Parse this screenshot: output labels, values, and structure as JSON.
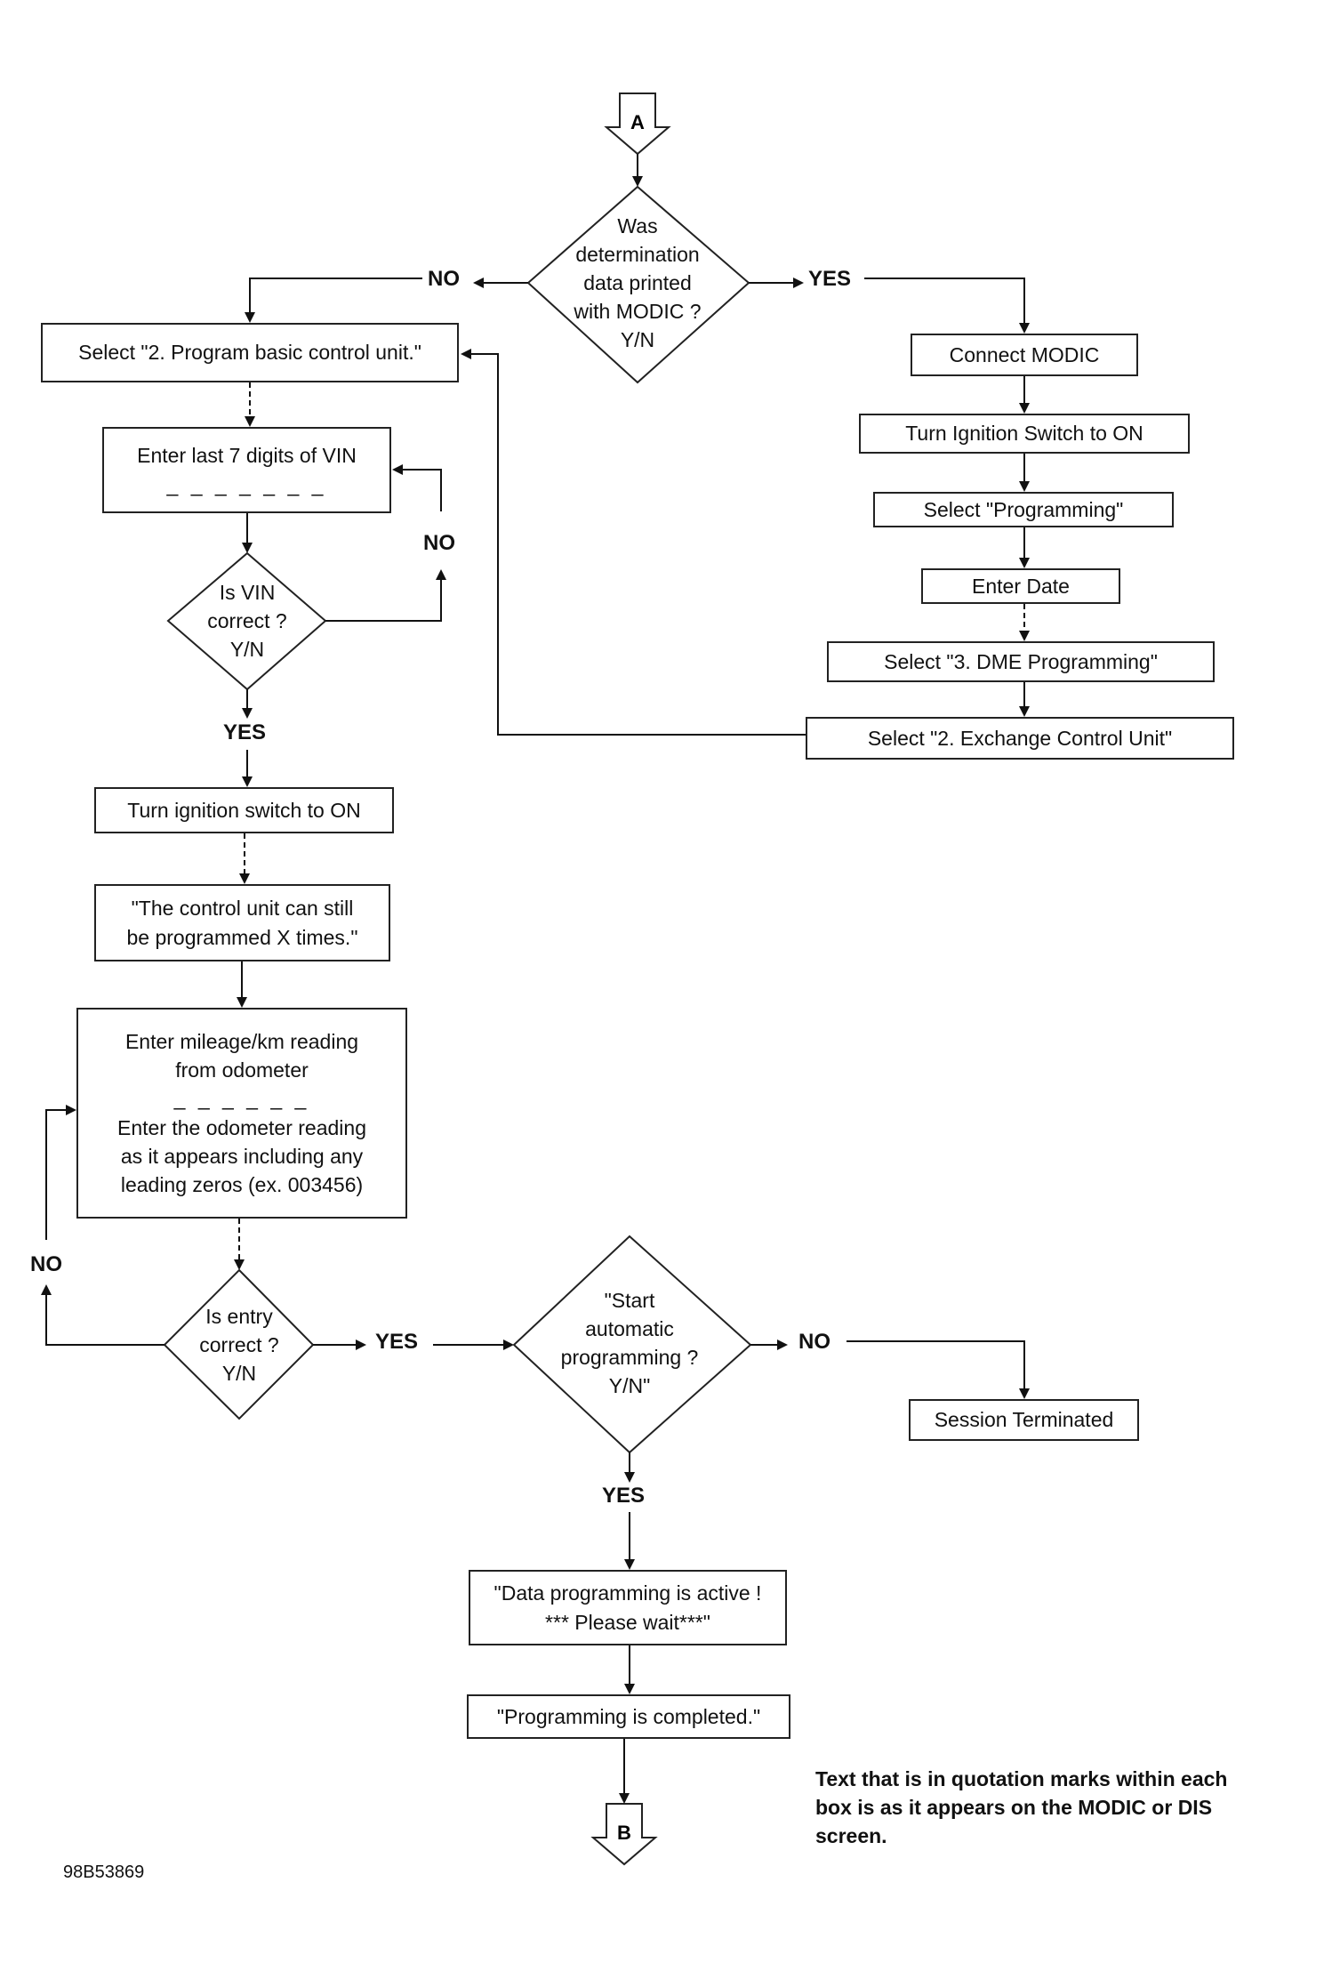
{
  "connectors": {
    "start": "A",
    "end": "B"
  },
  "decisions": {
    "d_printed": [
      "Was",
      "determination",
      "data printed",
      "with MODIC ?",
      "Y/N"
    ],
    "d_vin": [
      "Is VIN",
      "correct ?",
      "Y/N"
    ],
    "d_entry": [
      "Is entry",
      "correct ?",
      "Y/N"
    ],
    "d_start": [
      "\"Start",
      "automatic",
      "programming ?",
      "Y/N\""
    ]
  },
  "steps": {
    "select_basic": "Select \"2. Program basic control unit.\"",
    "enter_vin": "Enter last 7 digits of VIN",
    "vin_blank": "_ _ _ _ _ _ _",
    "ignition_on_left": "Turn ignition switch to ON",
    "still_prog_1": "\"The control unit can still",
    "still_prog_2": "be programmed X times.\"",
    "mileage_1": "Enter mileage/km reading",
    "mileage_2": "from odometer",
    "mileage_blank": "_ _ _ _ _ _",
    "mileage_3": "Enter the odometer reading",
    "mileage_4": "as it appears including any",
    "mileage_5": "leading zeros (ex. 003456)",
    "connect_modic": "Connect MODIC",
    "ignition_on_right": "Turn Ignition Switch to ON",
    "select_programming": "Select \"Programming\"",
    "enter_date": "Enter Date",
    "select_dme": "Select \"3. DME Programming\"",
    "select_exchange": "Select \"2. Exchange Control Unit\"",
    "session_terminated": "Session Terminated",
    "data_active_1": "\"Data programming is active !",
    "data_active_2": "*** Please wait***\"",
    "completed": "\"Programming is completed.\""
  },
  "labels": {
    "yes": "YES",
    "no": "NO"
  },
  "note": [
    "Text that is in quotation marks within each",
    "box is as it appears on the MODIC or DIS",
    "screen."
  ],
  "figure_id": "98B53869"
}
